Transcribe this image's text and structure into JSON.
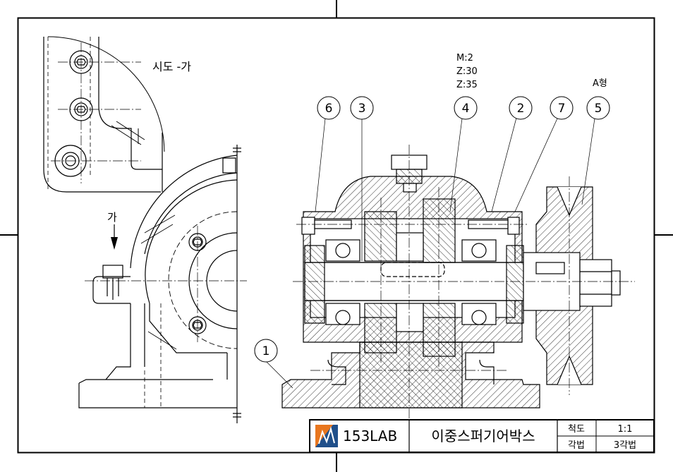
{
  "detail_view": {
    "label": "시도 -가"
  },
  "section_mark": {
    "label": "가"
  },
  "gear_spec": {
    "module": "M:2",
    "teeth_1": "Z:30",
    "teeth_2": "Z:35"
  },
  "pulley_spec": {
    "type": "A형"
  },
  "balloons": [
    {
      "num": "1"
    },
    {
      "num": "2"
    },
    {
      "num": "3"
    },
    {
      "num": "4"
    },
    {
      "num": "5"
    },
    {
      "num": "6"
    },
    {
      "num": "7"
    }
  ],
  "title_block": {
    "company": "153LAB",
    "title": "이중스퍼기어박스",
    "scale_label": "척도",
    "scale_value": "1:1",
    "projection_label": "각법",
    "projection_value": "3각법",
    "logo_colors": {
      "orange": "#e8761e",
      "blue": "#1f4f8a"
    }
  }
}
